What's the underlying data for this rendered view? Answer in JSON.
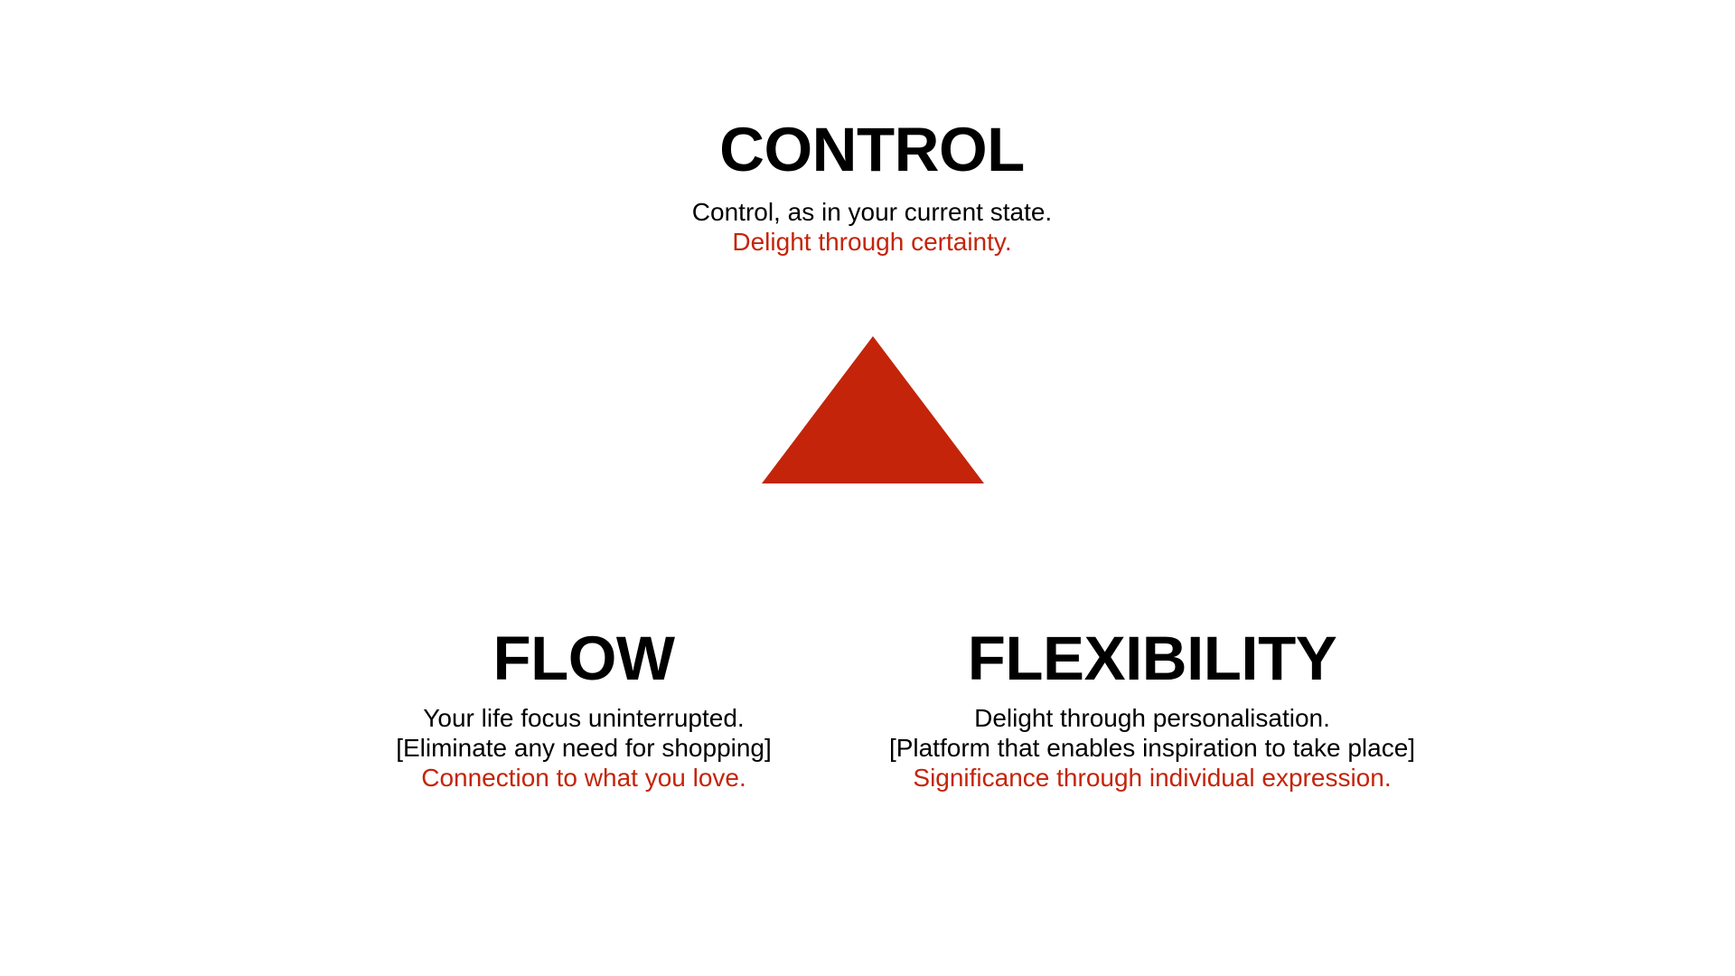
{
  "colors": {
    "accent": "#c4240a",
    "text": "#000000",
    "background": "#ffffff"
  },
  "control": {
    "title": "CONTROL",
    "lines": [
      "Control, as in your current state."
    ],
    "highlight": "Delight through certainty."
  },
  "flow": {
    "title": "FLOW",
    "lines": [
      "Your life focus uninterrupted.",
      "[Eliminate any need for shopping]"
    ],
    "highlight": "Connection to what you love."
  },
  "flexibility": {
    "title": "FLEXIBILITY",
    "lines": [
      "Delight through personalisation.",
      "[Platform that enables inspiration to take place]"
    ],
    "highlight": "Significance through individual expression."
  },
  "center_shape": {
    "icon": "red-triangle-icon"
  }
}
